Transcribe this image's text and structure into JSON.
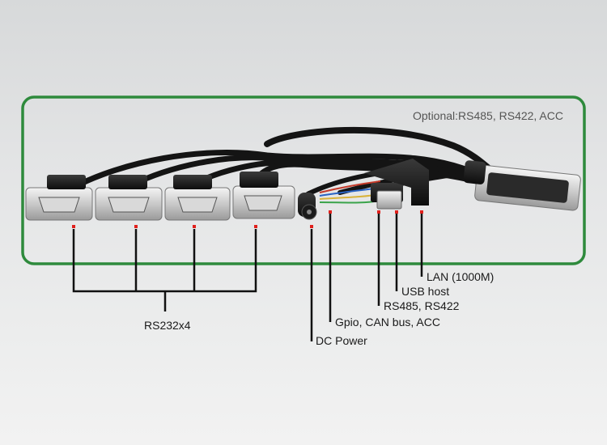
{
  "optional_text": "Optional:RS485, RS422, ACC",
  "labels": {
    "lan": "LAN (1000M)",
    "usb": "USB host",
    "rs485": "RS485, RS422",
    "gpio": "Gpio, CAN bus, ACC",
    "dc": "DC Power",
    "rs232": "RS232x4"
  },
  "colors": {
    "frame": "#2e8a3c",
    "marker": "#e0201c",
    "leader": "#111111"
  }
}
